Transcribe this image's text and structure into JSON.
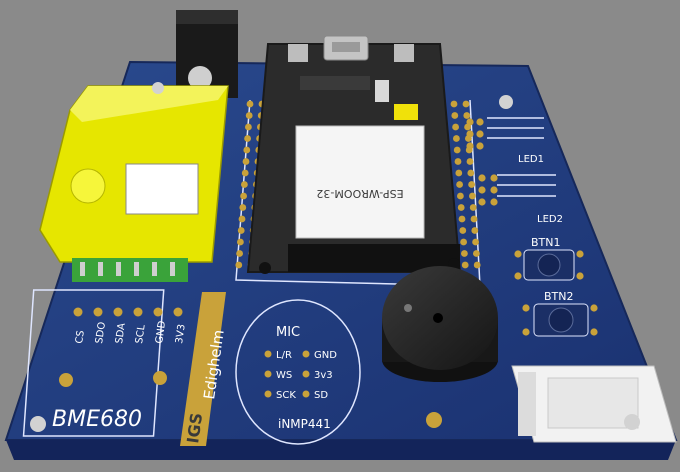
{
  "board": {
    "module_label": "ESP-WROOM-32",
    "led_labels": [
      "LED1",
      "LED2"
    ],
    "button_labels": [
      "BTN1",
      "BTN2"
    ],
    "bme_pins": [
      "CS",
      "SDO",
      "SDA",
      "SCL",
      "GND",
      "3V3"
    ],
    "bme_name": "BME680",
    "brand": "IGS",
    "brand_sub": "Edighelm",
    "mic": {
      "title": "MIC",
      "pins": [
        "L/R",
        "GND",
        "WS",
        "3v3",
        "SCK",
        "SD"
      ],
      "name": "iNMP441"
    }
  },
  "colors": {
    "background": "#8a8a8a",
    "pcb": "#1f3a78",
    "pad": "#c9a23a",
    "sensor": "#e6e600",
    "devboard": "#2b2b2b",
    "connector": "#f2f2f2"
  }
}
